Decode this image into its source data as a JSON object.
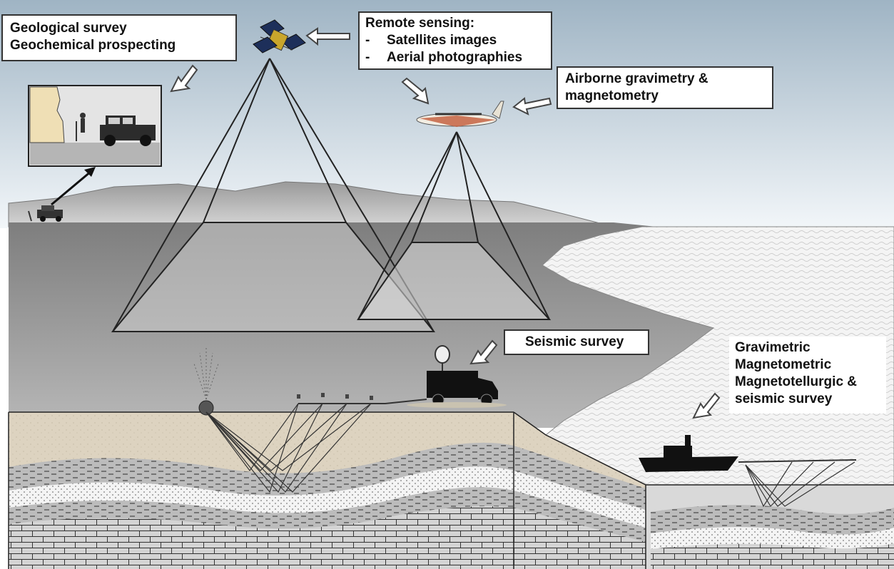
{
  "labels": {
    "geological": {
      "line1": "Geological survey",
      "line2": "Geochemical prospecting"
    },
    "remote_sensing": {
      "title": "Remote sensing:",
      "item1": "Satellites images",
      "item2": "Aerial photographies",
      "bullet": "-"
    },
    "airborne": {
      "line1": "Airborne gravimetry &",
      "line2": "magnetometry"
    },
    "seismic": {
      "line1": "Seismic survey"
    },
    "marine": {
      "line1": "Gravimetric",
      "line2": "Magnetometric",
      "line3": "Magnetotellurgic &",
      "line4": "seismic  survey"
    }
  },
  "colors": {
    "sky_top": "#9fb4c4",
    "sky_bottom": "#f2f6f9",
    "land": "#8a8a8a",
    "sea": "#f0f0f0",
    "sand": "#ddd3c0",
    "shale": "#b9b9b9",
    "sandstone": "#f3f3f3",
    "limestone": "#d2d2d2"
  }
}
